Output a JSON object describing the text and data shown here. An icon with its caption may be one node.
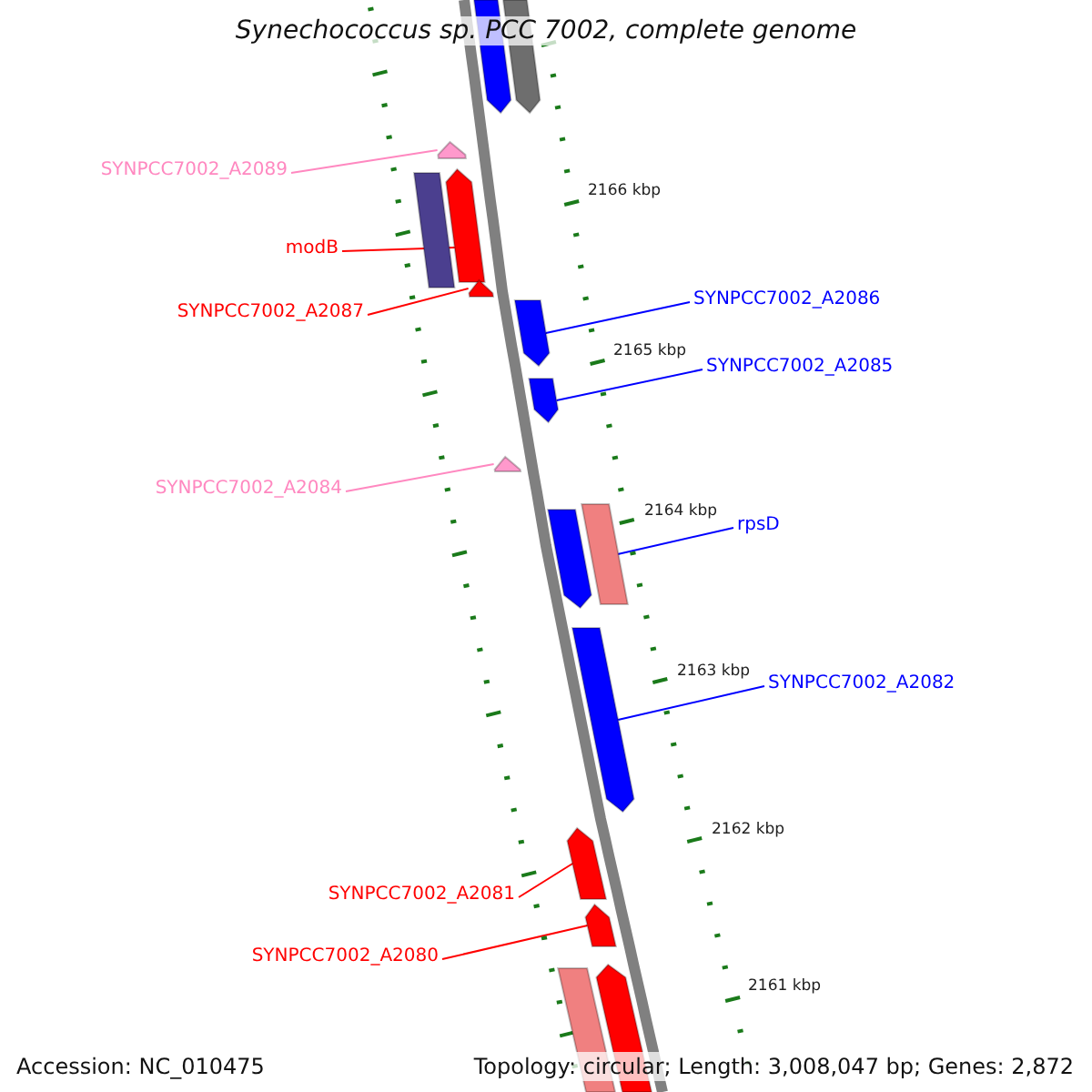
{
  "diagram": {
    "title": "Synechococcus sp. PCC 7002, complete genome",
    "nodes": [
      {
        "text": [
          "SYNPCC7002_A2089"
        ]
      },
      {
        "text": [
          "modB"
        ]
      },
      {
        "text": [
          "SYNPCC7002_A2087"
        ]
      },
      {
        "text": [
          "SYNPCC7002_A2086"
        ]
      },
      {
        "text": [
          "SYNPCC7002_A2085"
        ]
      },
      {
        "text": [
          "SYNPCC7002_A2084"
        ]
      },
      {
        "text": [
          "rpsD"
        ]
      },
      {
        "text": [
          "SYNPCC7002_A2082"
        ]
      },
      {
        "text": [
          "SYNPCC7002_A2081"
        ]
      },
      {
        "text": [
          "SYNPCC7002_A2080"
        ]
      },
      {
        "text": [],
        "shape": "arrow"
      },
      {
        "text": [],
        "shape": "arrow"
      },
      {
        "text": [],
        "shape": "arrow"
      },
      {
        "text": [],
        "shape": "bar"
      },
      {
        "text": [],
        "shape": "arrow"
      },
      {
        "text": [],
        "shape": "arrow"
      },
      {
        "text": [],
        "shape": "arrow"
      },
      {
        "text": [],
        "shape": "arrow"
      },
      {
        "text": [],
        "shape": "arrow"
      },
      {
        "text": [],
        "shape": "arrow"
      },
      {
        "text": [],
        "shape": "bar"
      },
      {
        "text": [],
        "shape": "arrow"
      },
      {
        "text": [],
        "shape": "arrow"
      },
      {
        "text": [],
        "shape": "arrow"
      },
      {
        "text": [],
        "shape": "bar"
      },
      {
        "text": [],
        "shape": "arrow"
      }
    ],
    "edges": [
      {
        "from": 0,
        "to": 12,
        "arrow": "none",
        "color": "#ff88c0"
      },
      {
        "from": 1,
        "to": 14,
        "arrow": "none",
        "color": "#ff0000"
      },
      {
        "from": 2,
        "to": 15,
        "arrow": "none",
        "color": "#ff0000"
      },
      {
        "from": 3,
        "to": 16,
        "arrow": "none",
        "color": "#0000ff"
      },
      {
        "from": 4,
        "to": 17,
        "arrow": "none",
        "color": "#0000ff"
      },
      {
        "from": 5,
        "to": 18,
        "arrow": "none",
        "color": "#ff88c0"
      },
      {
        "from": 6,
        "to": 20,
        "arrow": "none",
        "color": "#0000ff"
      },
      {
        "from": 7,
        "to": 21,
        "arrow": "none",
        "color": "#0000ff"
      },
      {
        "from": 8,
        "to": 22,
        "arrow": "none",
        "color": "#ff0000"
      },
      {
        "from": 9,
        "to": 23,
        "arrow": "none",
        "color": "#ff0000"
      }
    ],
    "labels": [
      "2166 kbp",
      "2165 kbp",
      "2164 kbp",
      "2163 kbp",
      "2162 kbp",
      "2161 kbp",
      "Accession: NC_010475",
      "Topology: circular; Length: 3,008,047 bp; Genes: 2,872"
    ]
  }
}
